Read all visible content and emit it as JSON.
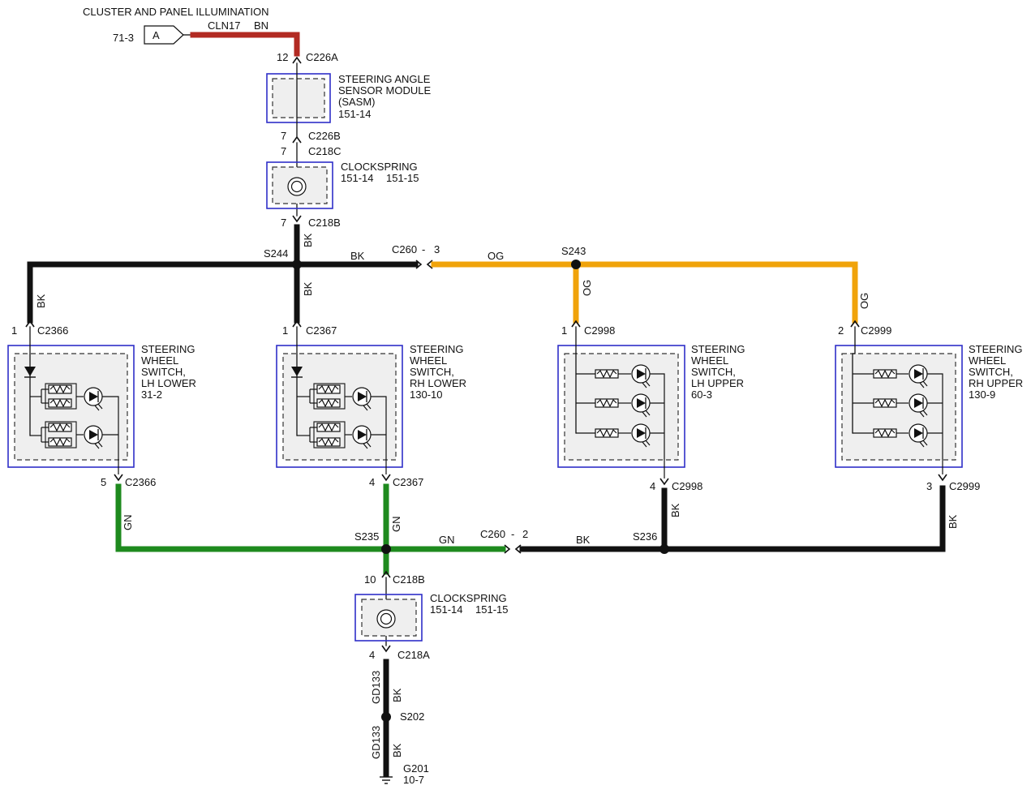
{
  "colors": {
    "BN": "#b22a22",
    "BK": "#111111",
    "OG": "#f0a30a",
    "GN": "#1e8a1e",
    "box": "#2f2fc8"
  },
  "header": {
    "title": "CLUSTER AND PANEL ILLUMINATION",
    "page_ref": "71-3",
    "connector_letter": "A",
    "circuit": "CLN17",
    "circuit_color": "BN"
  },
  "modules": {
    "sasm": {
      "line1": "STEERING ANGLE",
      "line2": "SENSOR MODULE",
      "line3": "(SASM)",
      "ref": "151-14"
    },
    "clockspring_upper": {
      "label": "CLOCKSPRING",
      "ref1": "151-14",
      "ref2": "151-15"
    },
    "clockspring_lower": {
      "label": "CLOCKSPRING",
      "ref1": "151-14",
      "ref2": "151-15"
    },
    "lh_lower": {
      "line1": "STEERING",
      "line2": "WHEEL",
      "line3": "SWITCH,",
      "line4": "LH LOWER",
      "ref": "31-2"
    },
    "rh_lower": {
      "line1": "STEERING",
      "line2": "WHEEL",
      "line3": "SWITCH,",
      "line4": "RH LOWER",
      "ref": "130-10"
    },
    "lh_upper": {
      "line1": "STEERING",
      "line2": "WHEEL",
      "line3": "SWITCH,",
      "line4": "LH UPPER",
      "ref": "60-3"
    },
    "rh_upper": {
      "line1": "STEERING",
      "line2": "WHEEL",
      "line3": "SWITCH,",
      "line4": "RH UPPER",
      "ref": "130-9"
    }
  },
  "connectors": {
    "c226a": {
      "pin": "12",
      "name": "C226A"
    },
    "c226b": {
      "pin": "7",
      "name": "C226B"
    },
    "c218c": {
      "pin": "7",
      "name": "C218C"
    },
    "c218b_top": {
      "pin": "7",
      "name": "C218B"
    },
    "c2366_in": {
      "pin": "1",
      "name": "C2366"
    },
    "c2367_in": {
      "pin": "1",
      "name": "C2367"
    },
    "c2998_in": {
      "pin": "1",
      "name": "C2998"
    },
    "c2999_in": {
      "pin": "2",
      "name": "C2999"
    },
    "c2366_out": {
      "pin": "5",
      "name": "C2366"
    },
    "c2367_out": {
      "pin": "4",
      "name": "C2367"
    },
    "c2998_out": {
      "pin": "4",
      "name": "C2998"
    },
    "c2999_out": {
      "pin": "3",
      "name": "C2999"
    },
    "c218b_bottom": {
      "pin": "10",
      "name": "C218B"
    },
    "c218a": {
      "pin": "4",
      "name": "C218A"
    },
    "c260_3": {
      "name": "C260",
      "dash": "-",
      "pin": "3"
    },
    "c260_2": {
      "name": "C260",
      "dash": "-",
      "pin": "2"
    }
  },
  "splices": {
    "s244": "S244",
    "s243": "S243",
    "s235": "S235",
    "s236": "S236",
    "s202": "S202"
  },
  "wire_labels": {
    "bk_c218b": "BK",
    "bk_top_bus": "BK",
    "bk_s244_down": "BK",
    "bk_left_drop": "BK",
    "og_bus": "OG",
    "og_drop_lh_upper": "OG",
    "og_drop_rh_upper": "OG",
    "gn_left": "GN",
    "gn_s235": "GN",
    "gn_bus": "GN",
    "bk_bottom_bus": "BK",
    "bk_c2998": "BK",
    "bk_c2999": "BK",
    "ground_circuit_1": "GD133",
    "ground_color_1": "BK",
    "ground_circuit_2": "GD133",
    "ground_color_2": "BK"
  },
  "ground": {
    "name": "G201",
    "ref": "10-7"
  }
}
